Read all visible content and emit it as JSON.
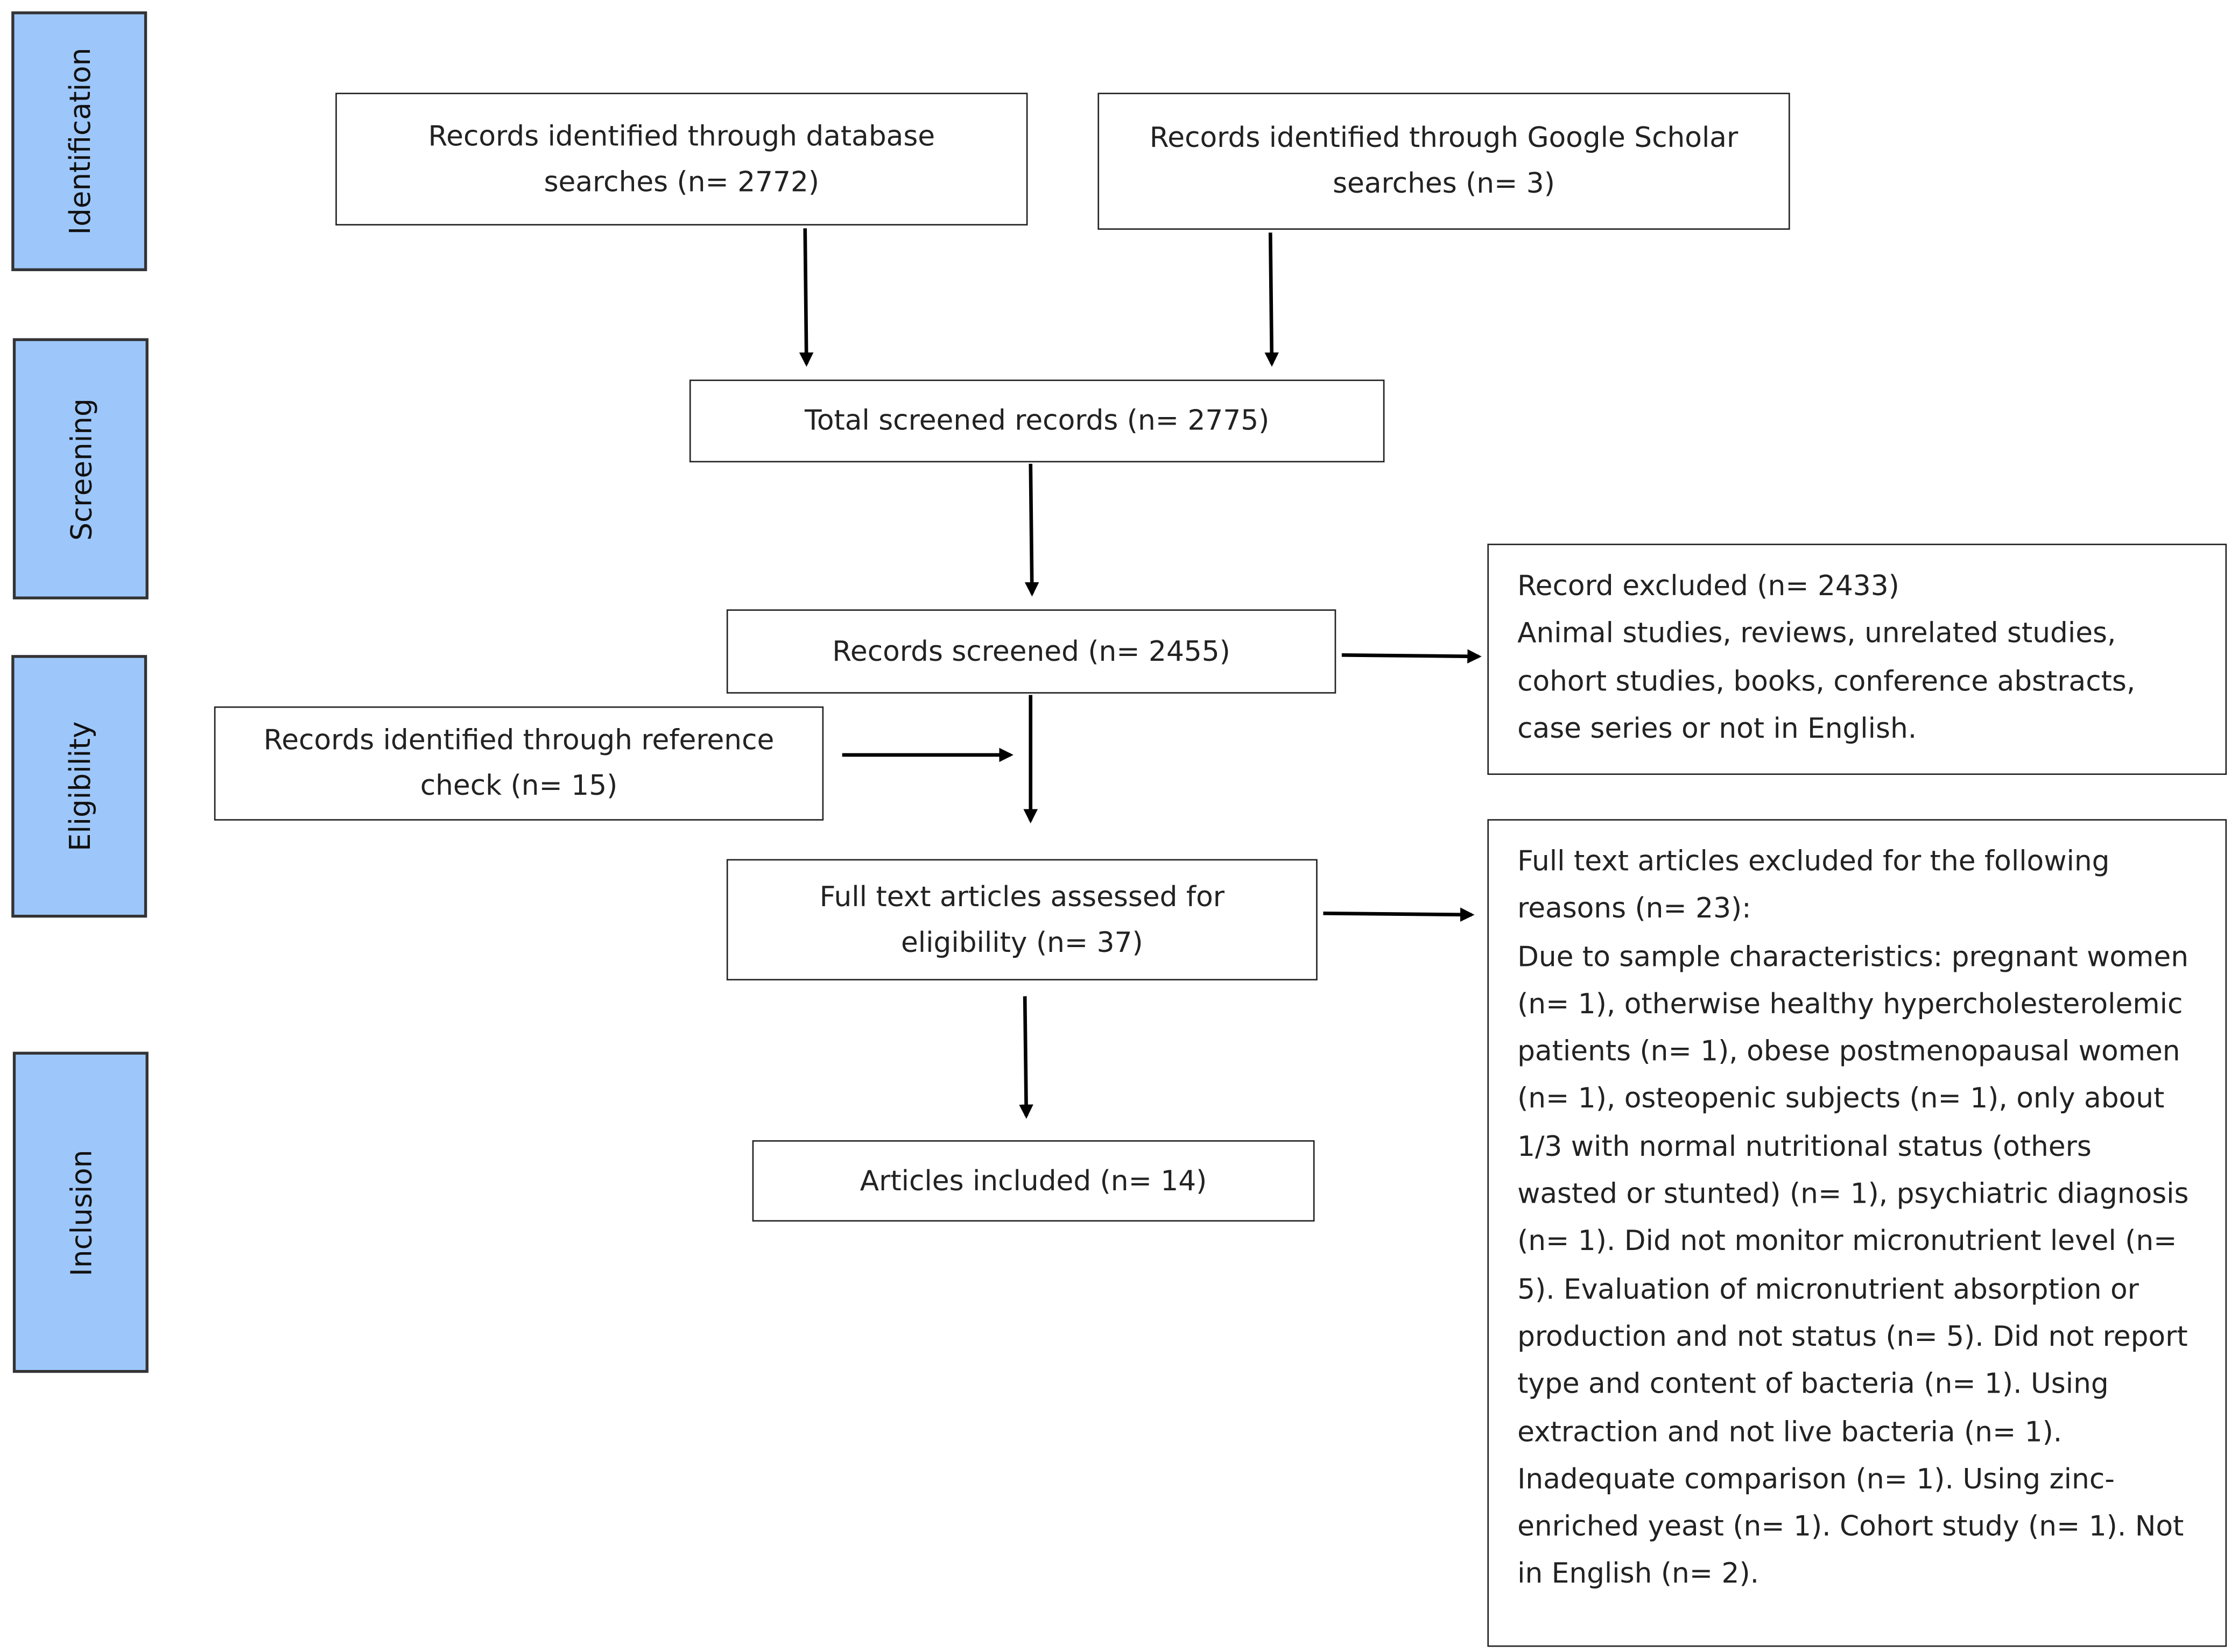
{
  "phases": {
    "identification": "Identification",
    "screening": "Screening",
    "eligibility": "Eligibility",
    "inclusion": "Inclusion"
  },
  "boxes": {
    "database_records": "Records identified through database searches (n= 2772)",
    "scholar_records": "Records identified through Google Scholar searches (n= 3)",
    "total_screened": "Total screened records (n= 2775)",
    "records_screened": "Records screened (n= 2455)",
    "reference_check": "Records identified through reference check (n= 15)",
    "fulltext_assessed": "Full text articles assessed for eligibility (n= 37)",
    "articles_included": "Articles included (n= 14)",
    "excluded_records": {
      "heading": "Record excluded (n= 2433)",
      "detail": "Animal studies, reviews, unrelated studies, cohort studies, books, conference abstracts, case series or not in English."
    },
    "excluded_fulltext": {
      "heading": "Full text articles excluded for the following reasons (n= 23):",
      "detail": "Due to sample characteristics: pregnant women (n= 1), otherwise healthy hypercholesterolemic patients (n= 1), obese postmenopausal women (n= 1), osteopenic subjects (n= 1), only about 1/3 with normal nutritional status (others wasted or stunted) (n= 1), psychiatric diagnosis (n= 1). Did not monitor micronutrient level (n= 5). Evaluation of micronutrient absorption or production and not status (n= 5). Did not report type and content of bacteria (n= 1). Using extraction and not live bacteria (n= 1). Inadequate comparison (n= 1). Using zinc-enriched yeast (n= 1). Cohort study (n= 1). Not in English (n= 2)."
    }
  },
  "colors": {
    "phase_fill": "#9dc7fb",
    "border": "#222222",
    "arrow": "#000000"
  }
}
